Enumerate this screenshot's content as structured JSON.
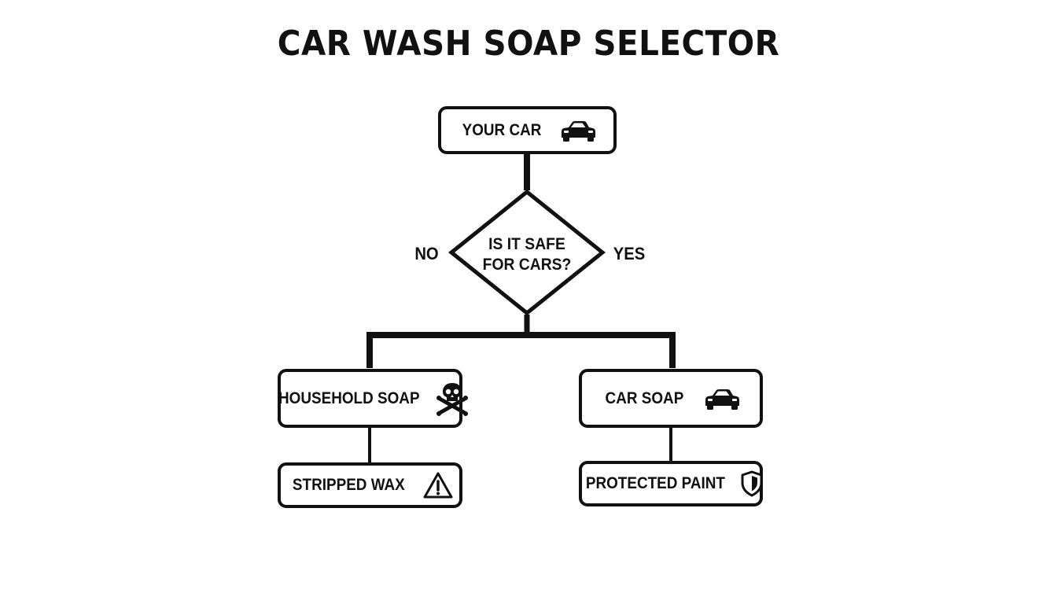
{
  "title": "CAR WASH SOAP SELECTOR",
  "nodes": {
    "start": {
      "label": "YOUR CAR",
      "icon": "car-icon"
    },
    "decision": {
      "line1": "IS IT SAFE",
      "line2": "FOR CARS?"
    },
    "no_branch": {
      "label": "NO"
    },
    "yes_branch": {
      "label": "YES"
    },
    "household_soap": {
      "label": "HOUSEHOLD SOAP",
      "icon": "skull-crossbones-icon"
    },
    "car_soap": {
      "label": "CAR SOAP",
      "icon": "car-icon"
    },
    "stripped_wax": {
      "label": "STRIPPED WAX",
      "icon": "warning-icon"
    },
    "protected_paint": {
      "label": "PROTECTED PAINT",
      "icon": "shield-icon"
    }
  },
  "colors": {
    "stroke": "#111111",
    "background": "#ffffff"
  }
}
